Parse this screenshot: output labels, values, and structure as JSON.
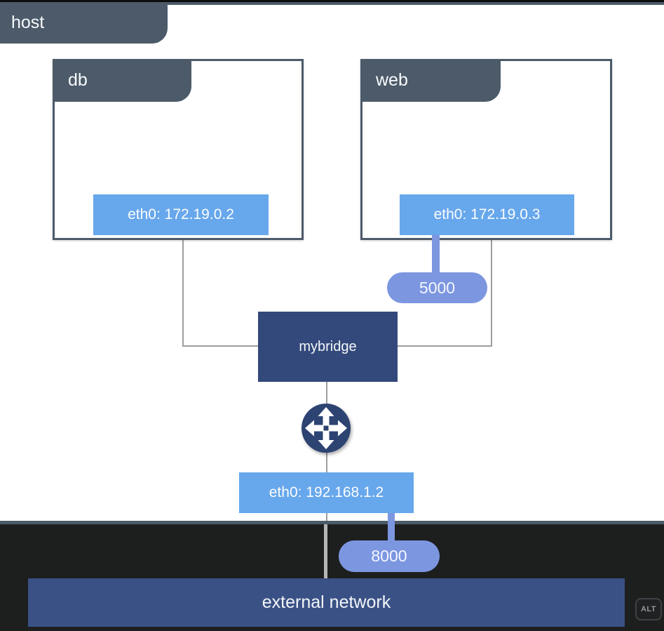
{
  "diagram": {
    "host": {
      "label": "host",
      "eth_label": "eth0: 192.168.1.2",
      "published_port_label": "8000"
    },
    "containers": {
      "db": {
        "title": "db",
        "eth_label": "eth0: 172.19.0.2"
      },
      "web": {
        "title": "web",
        "eth_label": "eth0: 172.19.0.3",
        "port_label": "5000"
      }
    },
    "bridge": {
      "label": "mybridge"
    },
    "external_network": {
      "label": "external network"
    }
  },
  "overlay": {
    "alt_key_label": "ALT"
  },
  "icons": {
    "router": "router-arrows-icon"
  },
  "colors": {
    "slate": "#4c5a69",
    "interface_blue": "#67a7ec",
    "port_periwinkle": "#7c96e0",
    "bridge_navy": "#33497b",
    "router_navy": "#2d4372",
    "external_navy": "#3a5185",
    "dark_background": "#1d1f1f",
    "wire_gray": "#9e9e9e"
  }
}
